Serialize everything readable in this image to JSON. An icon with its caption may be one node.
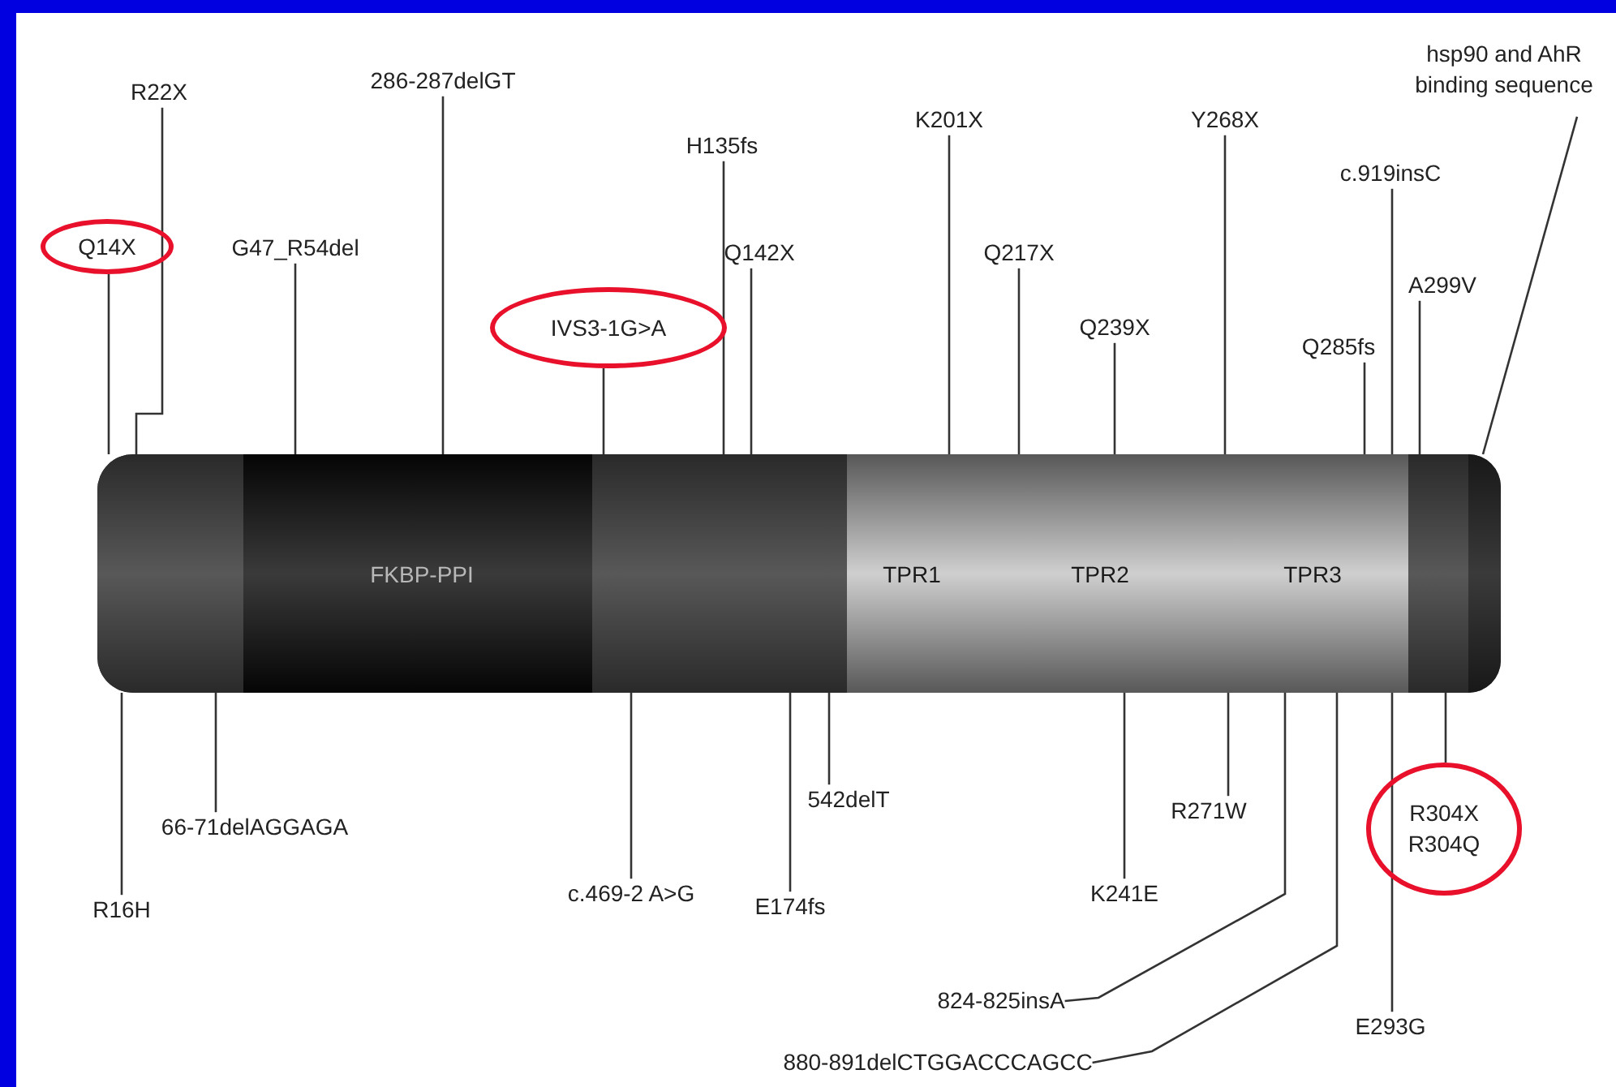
{
  "diagram": {
    "nodes": [
      {
        "text": [],
        "shape": "bar"
      },
      {
        "text": [],
        "shape": "box",
        "in": 0
      },
      {
        "text": [
          "FKBP-PPI"
        ],
        "in": 0
      },
      {
        "text": [],
        "shape": "box",
        "in": 0
      },
      {
        "text": [
          "TPR1",
          "TPR2",
          "TPR3"
        ],
        "in": 0
      },
      {
        "text": [],
        "shape": "box",
        "in": 0
      },
      {
        "text": [],
        "shape": "box",
        "in": 0
      },
      {
        "text": [
          "Q14X"
        ]
      },
      {
        "text": [
          "R22X"
        ]
      },
      {
        "text": [
          "G47_R54del"
        ]
      },
      {
        "text": [
          "286-287delGT"
        ]
      },
      {
        "text": [
          "IVS3-1G>A"
        ]
      },
      {
        "text": [
          "H135fs"
        ]
      },
      {
        "text": [
          "Q142X"
        ]
      },
      {
        "text": [
          "K201X"
        ]
      },
      {
        "text": [
          "Q217X"
        ]
      },
      {
        "text": [
          "Q239X"
        ]
      },
      {
        "text": [
          "Y268X"
        ]
      },
      {
        "text": [
          "Q285fs"
        ]
      },
      {
        "text": [
          "c.919insC"
        ]
      },
      {
        "text": [
          "A299V"
        ]
      },
      {
        "text": [
          "hsp90 and AhR binding sequence"
        ]
      },
      {
        "text": [
          "R16H"
        ]
      },
      {
        "text": [
          "66-71delAGGAGA"
        ]
      },
      {
        "text": [
          "c.469-2 A>G"
        ]
      },
      {
        "text": [
          "E174fs"
        ]
      },
      {
        "text": [
          "542delT"
        ]
      },
      {
        "text": [
          "K241E"
        ]
      },
      {
        "text": [
          "R271W"
        ]
      },
      {
        "text": [
          "824-825insA"
        ]
      },
      {
        "text": [
          "880-891delCTGGACCCAGCC"
        ]
      },
      {
        "text": [
          "E293G"
        ]
      },
      {
        "text": [
          "R304X",
          "R304Q"
        ]
      }
    ],
    "edges": [
      {
        "from": 7,
        "to": 0,
        "arrow": "none"
      },
      {
        "from": 8,
        "to": 0,
        "arrow": "none"
      },
      {
        "from": 9,
        "to": 0,
        "arrow": "none"
      },
      {
        "from": 10,
        "to": 0,
        "arrow": "none"
      },
      {
        "from": 11,
        "to": 0,
        "arrow": "none"
      },
      {
        "from": 12,
        "to": 0,
        "arrow": "none"
      },
      {
        "from": 13,
        "to": 0,
        "arrow": "none"
      },
      {
        "from": 14,
        "to": 0,
        "arrow": "none"
      },
      {
        "from": 15,
        "to": 0,
        "arrow": "none"
      },
      {
        "from": 16,
        "to": 0,
        "arrow": "none"
      },
      {
        "from": 17,
        "to": 0,
        "arrow": "none"
      },
      {
        "from": 18,
        "to": 0,
        "arrow": "none"
      },
      {
        "from": 19,
        "to": 0,
        "arrow": "none"
      },
      {
        "from": 20,
        "to": 0,
        "arrow": "none"
      },
      {
        "from": 21,
        "to": 0,
        "arrow": "none"
      },
      {
        "from": 22,
        "to": 0,
        "arrow": "none"
      },
      {
        "from": 23,
        "to": 0,
        "arrow": "none"
      },
      {
        "from": 24,
        "to": 0,
        "arrow": "none"
      },
      {
        "from": 25,
        "to": 0,
        "arrow": "none"
      },
      {
        "from": 26,
        "to": 0,
        "arrow": "none"
      },
      {
        "from": 27,
        "to": 0,
        "arrow": "none"
      },
      {
        "from": 28,
        "to": 0,
        "arrow": "none"
      },
      {
        "from": 29,
        "to": 0,
        "arrow": "none"
      },
      {
        "from": 30,
        "to": 0,
        "arrow": "none"
      },
      {
        "from": 31,
        "to": 0,
        "arrow": "none"
      },
      {
        "from": 32,
        "to": 0,
        "arrow": "none"
      }
    ]
  }
}
